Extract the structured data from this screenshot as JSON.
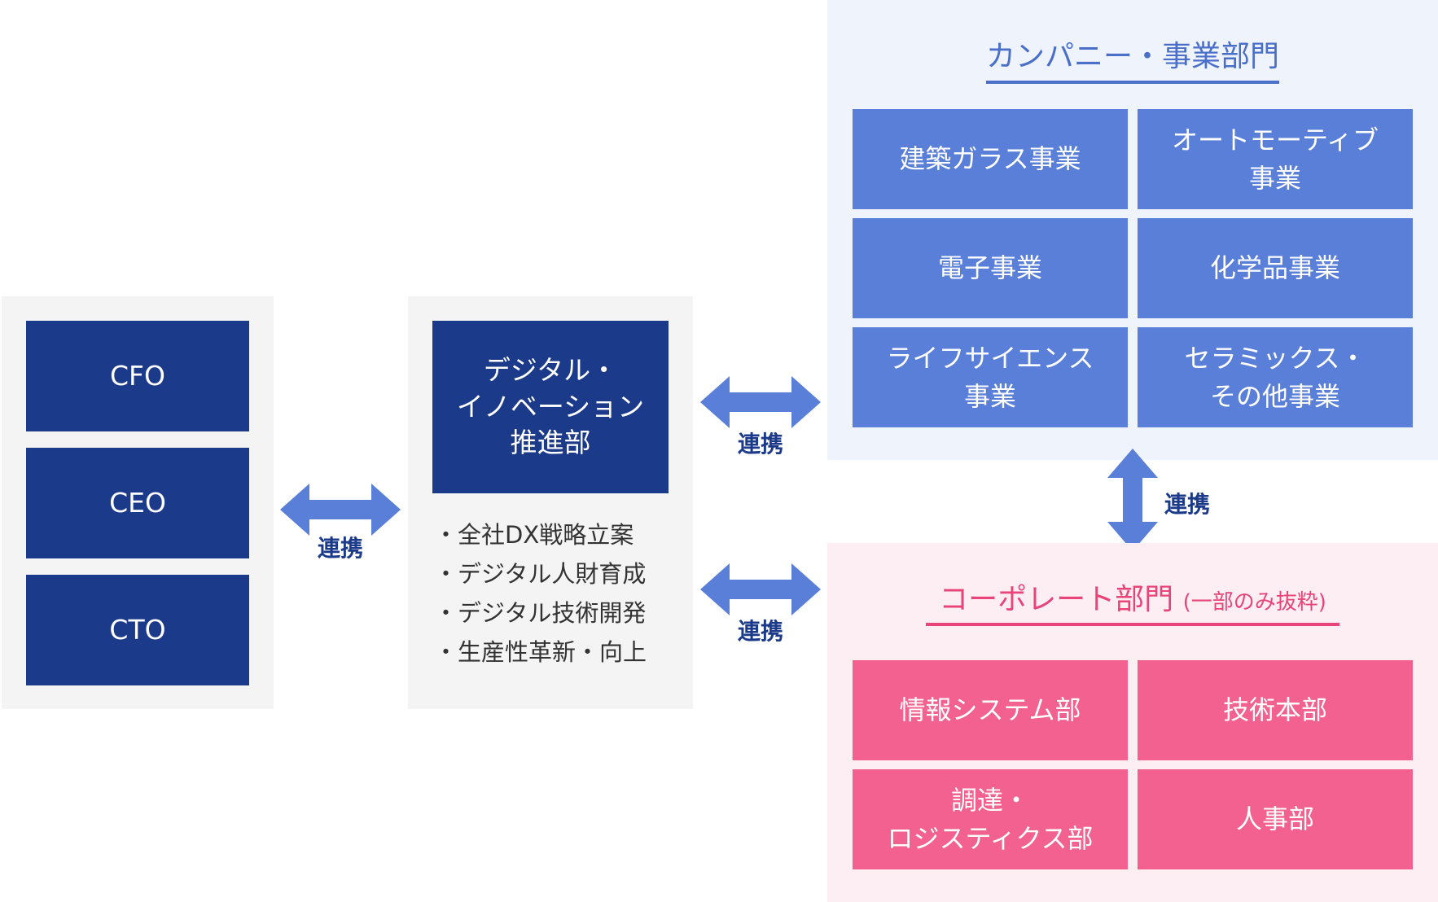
{
  "colors": {
    "navy": "#1c3a8a",
    "company_blue": "#5a7fd9",
    "corporate_pink": "#f26190",
    "arrow_blue": "#5a7fd9",
    "panel_gray": "#f4f4f4",
    "panel_blue": "#eef3fc",
    "panel_pink": "#fdeef3"
  },
  "executives": [
    "CFO",
    "CEO",
    "CTO"
  ],
  "dx_department": {
    "name": "デジタル・\nイノベーション\n推進部",
    "responsibilities": [
      "・全社DX戦略立案",
      "・デジタル人財育成",
      "・デジタル技術開発",
      "・生産性革新・向上"
    ]
  },
  "links": {
    "executives_dx": "連携",
    "dx_company": "連携",
    "dx_corporate": "連携",
    "company_corporate": "連携"
  },
  "company": {
    "title": "カンパニー・事業部門",
    "units": [
      "建築ガラス事業",
      "オートモーティブ\n事業",
      "電子事業",
      "化学品事業",
      "ライフサイエンス\n事業",
      "セラミックス・\nその他事業"
    ]
  },
  "corporate": {
    "title": "コーポレート部門",
    "title_note": "(一部のみ抜粋)",
    "units": [
      "情報システム部",
      "技術本部",
      "調達・\nロジスティクス部",
      "人事部"
    ]
  }
}
